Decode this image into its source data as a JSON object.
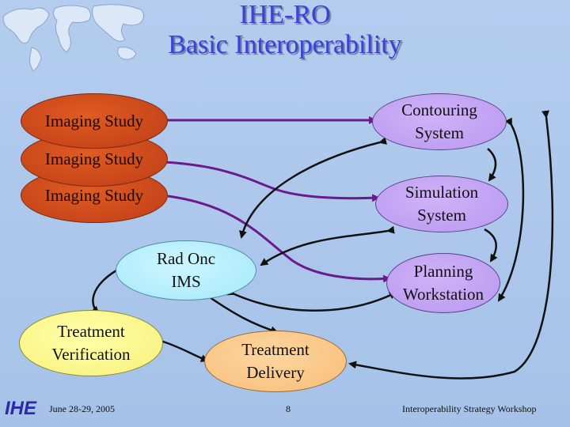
{
  "title": {
    "line1": "IHE-RO",
    "line2": "Basic Interoperability"
  },
  "nodes": {
    "imaging_study_1": "Imaging Study",
    "imaging_study_2": "Imaging Study",
    "imaging_study_3": "Imaging Study",
    "contouring_system": [
      "Contouring",
      "System"
    ],
    "simulation_system": [
      "Simulation",
      "System"
    ],
    "rad_onc_ims": [
      "Rad Onc",
      "IMS"
    ],
    "planning_workstation": [
      "Planning",
      "Workstation"
    ],
    "treatment_verification": [
      "Treatment",
      "Verification"
    ],
    "treatment_delivery": [
      "Treatment",
      "Delivery"
    ]
  },
  "footer": {
    "date": "June 28-29, 2005",
    "page": "8",
    "event": "Interoperability Strategy Workshop",
    "logo_text": "IHE"
  },
  "colors": {
    "title": "#4040d8",
    "arrow_purple": "#6a1a8a",
    "arrow_black": "#111111",
    "imaging_study": "#c8461a",
    "contouring_simulation_planning": "#b898ef",
    "rad_onc_ims": "#a4e8fb",
    "treatment_verification": "#f8f07a",
    "treatment_delivery": "#f7bd78"
  }
}
